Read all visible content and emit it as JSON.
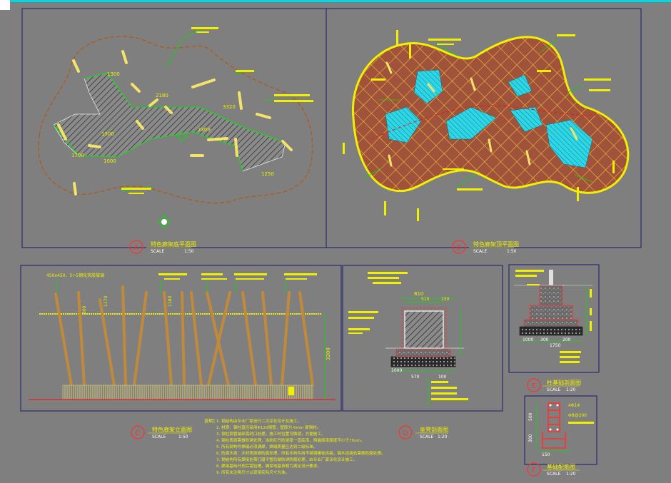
{
  "panels": {
    "A": {
      "letter": "A",
      "title": "特色廊架底平面图",
      "scale": "SCALE",
      "ratio": "1:50"
    },
    "B": {
      "letter": "B",
      "title": "特色廊架顶平面图",
      "scale": "SCALE",
      "ratio": "1:50"
    },
    "C": {
      "letter": "C",
      "title": "特色廊架立面图",
      "scale": "SCALE",
      "ratio": "1:50"
    },
    "D": {
      "letter": "D",
      "title": "坐凳剖面图",
      "scale": "SCALE",
      "ratio": "1:20"
    },
    "E": {
      "letter": "E",
      "title": "柱基础剖面图",
      "scale": "SCALE",
      "ratio": "1:20"
    },
    "F": {
      "letter": "F",
      "title": "基础配筋图",
      "scale": "SCALE",
      "ratio": "1:20"
    }
  },
  "dims": {
    "a_2180": "2180",
    "a_3320": "3320",
    "a_1700": "1700",
    "a_1000": "1000",
    "a_1250": "1250",
    "a_2300": "2300",
    "a_1300": "1300",
    "a_1500": "1500",
    "c_450": "450x450，5+5钢化夹胶玻璃",
    "c_3200": "3200",
    "c_1170": "1170",
    "c_1180": "1180",
    "c_800": "800",
    "d_810": "810",
    "d_510": "510",
    "d_150": "150",
    "d_1000": "1000",
    "d_570": "570",
    "d_100": "100",
    "e_1750": "1750",
    "e_1000": "1000",
    "e_300": "300",
    "e_200": "200",
    "f_500": "500",
    "f_300": "300",
    "f_150": "150",
    "f_4d14": "4Φ14",
    "f_stir": "Φ8@200"
  },
  "notes": {
    "label": "说明：",
    "lines": [
      "1.  钢结构由专业厂家进行二次深化设计及施工。",
      "2.  材质：钢柱直径采用Φ120钢管，壁厚为  6mm  厚钢材。",
      "3.  钢柱钢管端部需封口处理，施工时位置可微调，方便施工。",
      "4.  钢柱表面需做防锈处理，涂刷红丹防锈漆一道底漆，两遍面漆厚度不小于70um。",
      "5.  所有钢构件焊缝必须满焊，焊缝质量应达到二级标准。",
      "6.  防腐木面：木材表面做防腐处理，所有木构件用不锈钢螺栓连接，钢木连接处需做防腐处理。",
      "7.  钢结构所有焊接处需打磨平整后做防锈防腐处理，由专业厂家深化设计施工。",
      "8.  廊架基础开挖后需验槽，确保地基承载力满足设计要求。",
      "9.  所有未注明尺寸以现场实际尺寸为准。"
    ]
  }
}
